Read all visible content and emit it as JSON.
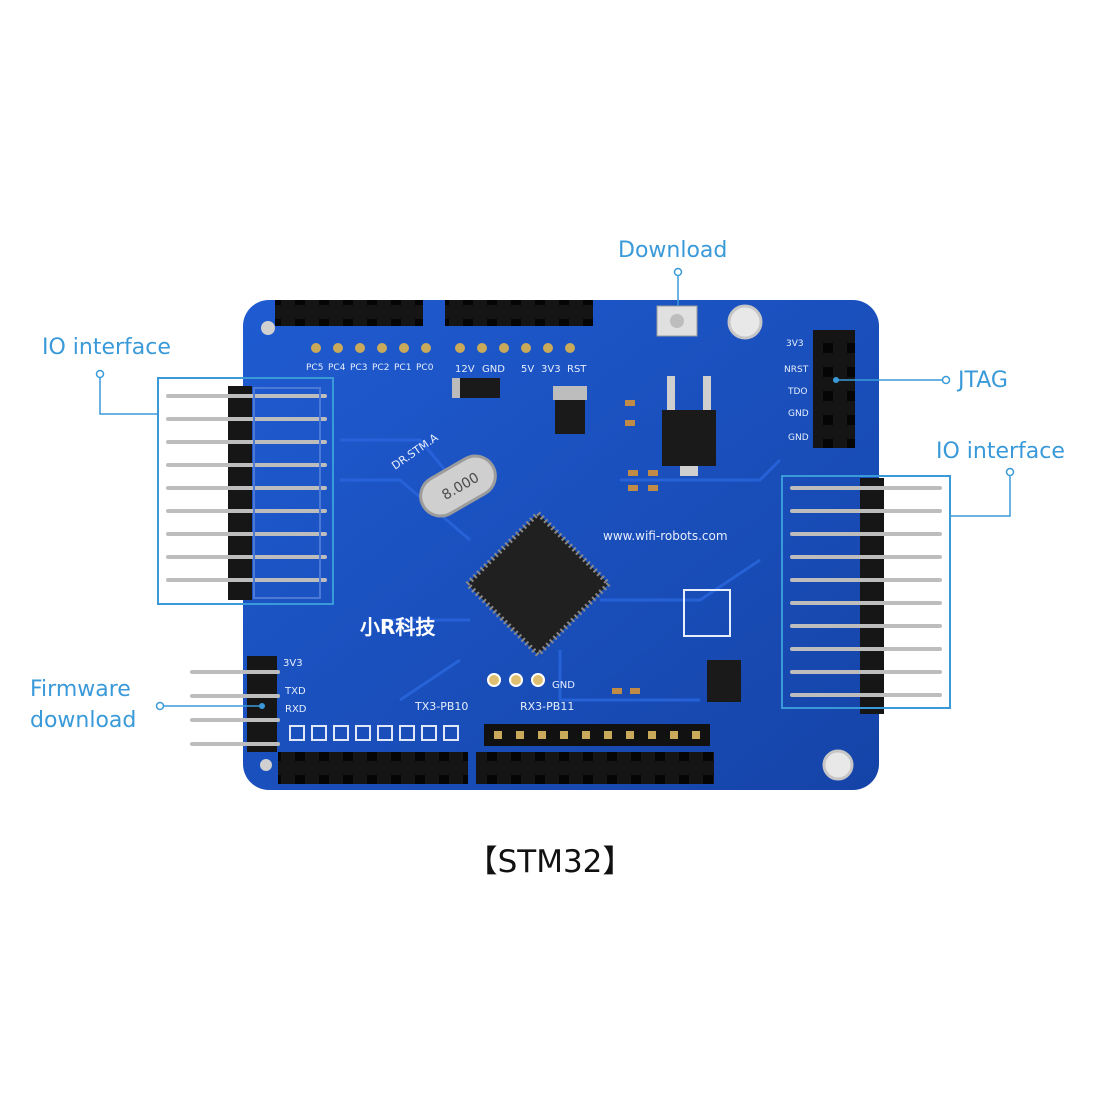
{
  "callouts": {
    "download": "Download",
    "io_left": "IO interface",
    "jtag": "JTAG",
    "io_right": "IO interface",
    "firmware_line1": "Firmware",
    "firmware_line2": "download"
  },
  "caption": "【STM32】",
  "silkscreen": {
    "top_pins": [
      "PC5",
      "PC4",
      "PC3",
      "PC2",
      "PC1",
      "PC0"
    ],
    "power": [
      "12V",
      "GND",
      "5V",
      "3V3",
      "RST"
    ],
    "jtag_pins": [
      "3V3",
      "NRST",
      "TDO",
      "GND",
      "GND"
    ],
    "serial_pins": [
      "3V3",
      "TXD",
      "RXD"
    ],
    "tx_label": "TX3-PB10",
    "rx_label": "RX3-PB11",
    "crystal": "8.000",
    "board_name": "DR.STM.A",
    "url": "www.wifi-robots.com",
    "brand": "小R科技",
    "gnd": "GND"
  },
  "colors": {
    "accent": "#3a9ad9",
    "pcb": "#1b4fc2",
    "header": "#111111"
  }
}
